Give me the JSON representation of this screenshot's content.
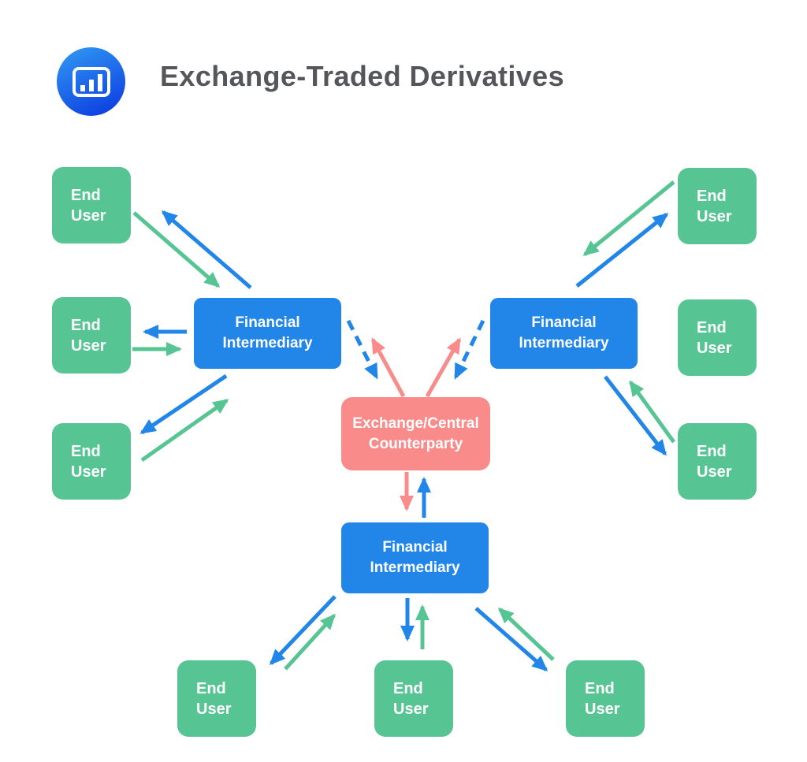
{
  "header": {
    "title": "Exchange-Traded Derivatives",
    "logo_icon": "bar-chart-icon"
  },
  "nodes": {
    "end_user": "End User",
    "financial_intermediary": "Financial Intermediary",
    "counterparty": "Exchange/Central Counterparty"
  },
  "colors": {
    "end_user_green": "#56c493",
    "intermediary_blue": "#2186e8",
    "counterparty_pink": "#f98b8b",
    "arrow_blue": "#2186e8",
    "arrow_green": "#56c493",
    "arrow_pink": "#f98b8b",
    "title_gray": "#55565a",
    "logo_gradient_start": "#2f93f2",
    "logo_gradient_end": "#0d3ee0"
  },
  "edges": [
    {
      "from": "financial-intermediary-left",
      "to": "end-user-left-1",
      "color": "blue",
      "style": "solid"
    },
    {
      "from": "end-user-left-1",
      "to": "financial-intermediary-left",
      "color": "green",
      "style": "solid"
    },
    {
      "from": "financial-intermediary-left",
      "to": "end-user-left-2",
      "color": "blue",
      "style": "solid"
    },
    {
      "from": "end-user-left-2",
      "to": "financial-intermediary-left",
      "color": "green",
      "style": "solid"
    },
    {
      "from": "financial-intermediary-left",
      "to": "end-user-left-3",
      "color": "blue",
      "style": "solid"
    },
    {
      "from": "end-user-left-3",
      "to": "financial-intermediary-left",
      "color": "green",
      "style": "solid"
    },
    {
      "from": "financial-intermediary-right",
      "to": "end-user-right-1",
      "color": "blue",
      "style": "solid"
    },
    {
      "from": "end-user-right-1",
      "to": "financial-intermediary-right",
      "color": "green",
      "style": "solid"
    },
    {
      "from": "financial-intermediary-right",
      "to": "end-user-right-3",
      "color": "blue",
      "style": "solid"
    },
    {
      "from": "end-user-right-3",
      "to": "financial-intermediary-right",
      "color": "green",
      "style": "solid"
    },
    {
      "from": "financial-intermediary-bottom",
      "to": "end-user-bottom-1",
      "color": "blue",
      "style": "solid"
    },
    {
      "from": "end-user-bottom-1",
      "to": "financial-intermediary-bottom",
      "color": "green",
      "style": "solid"
    },
    {
      "from": "financial-intermediary-bottom",
      "to": "end-user-bottom-2",
      "color": "blue",
      "style": "solid"
    },
    {
      "from": "end-user-bottom-2",
      "to": "financial-intermediary-bottom",
      "color": "green",
      "style": "solid"
    },
    {
      "from": "financial-intermediary-bottom",
      "to": "end-user-bottom-3",
      "color": "blue",
      "style": "solid"
    },
    {
      "from": "end-user-bottom-3",
      "to": "financial-intermediary-bottom",
      "color": "green",
      "style": "solid"
    },
    {
      "from": "counterparty",
      "to": "financial-intermediary-left",
      "color": "pink",
      "style": "solid"
    },
    {
      "from": "financial-intermediary-left",
      "to": "counterparty",
      "color": "blue",
      "style": "dashed"
    },
    {
      "from": "counterparty",
      "to": "financial-intermediary-right",
      "color": "pink",
      "style": "solid"
    },
    {
      "from": "financial-intermediary-right",
      "to": "counterparty",
      "color": "blue",
      "style": "dashed"
    },
    {
      "from": "counterparty",
      "to": "financial-intermediary-bottom",
      "color": "pink",
      "style": "solid"
    },
    {
      "from": "financial-intermediary-bottom",
      "to": "counterparty",
      "color": "blue",
      "style": "solid"
    }
  ]
}
